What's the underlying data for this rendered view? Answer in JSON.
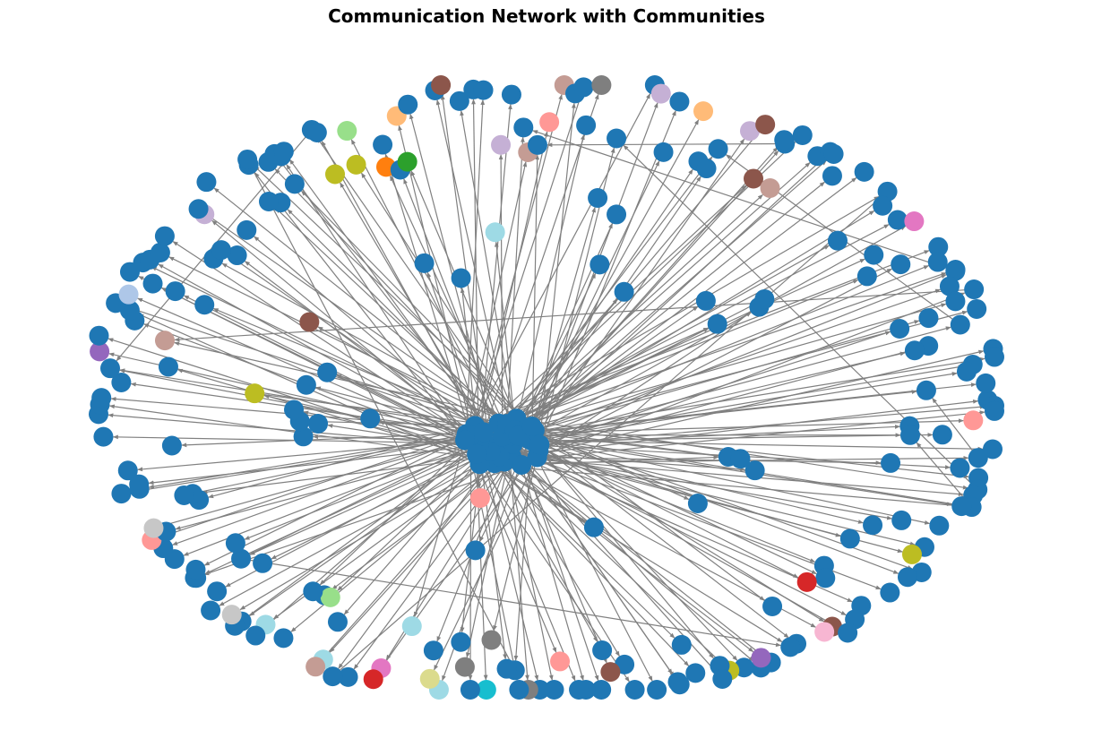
{
  "title": "Communication Network with Communities",
  "style": {
    "edge_color": "#808080",
    "hub_color": "#1f77b4",
    "community_colors": [
      "#1f77b4",
      "#ff7f0e",
      "#d62728",
      "#e377c2",
      "#9467bd",
      "#f7b6d2",
      "#9edae5",
      "#98df8a",
      "#c5b0d5",
      "#8c564b",
      "#ff9896",
      "#7f7f7f",
      "#2ca02c",
      "#bcbd22",
      "#17becf",
      "#ffbb78",
      "#aec7e8",
      "#c49c94",
      "#dbdb8d",
      "#c7c7c7"
    ]
  },
  "graph": {
    "type": "directed-network",
    "layout": "hub-and-spoke",
    "hub_cluster_size": 40,
    "peripheral_node_count": 248,
    "cross_link_count": 14,
    "community_count": 20
  }
}
